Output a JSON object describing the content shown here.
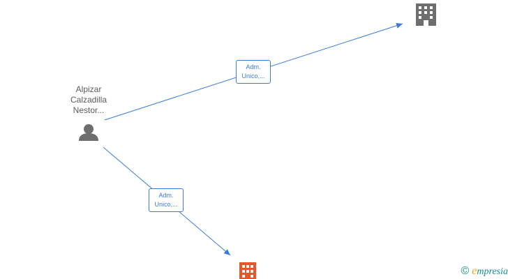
{
  "person": {
    "name_lines": [
      "Alpizar",
      "Calzadilla",
      "Nestor..."
    ],
    "icon": "person-icon"
  },
  "companies": [
    {
      "icon": "building-icon",
      "color": "#6e6e6e"
    },
    {
      "icon": "building-icon",
      "color": "#e8562a"
    }
  ],
  "relations": [
    {
      "label_lines": [
        "Adm.",
        "Unico,..."
      ]
    },
    {
      "label_lines": [
        "Adm.",
        "Unico,..."
      ]
    }
  ],
  "colors": {
    "edge": "#3a7bd5",
    "label_text": "#5a5a5a",
    "person": "#6e6e6e"
  },
  "brand": {
    "copyright": "©",
    "initial": "e",
    "rest": "mpresia"
  }
}
